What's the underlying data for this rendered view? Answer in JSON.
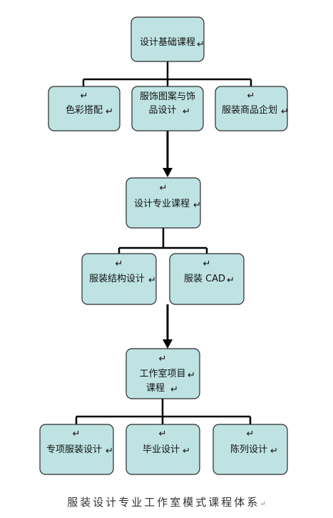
{
  "diagram": {
    "paragraph_mark": "↵",
    "nodes": {
      "foundation": {
        "lines": [
          "设计基础课程"
        ]
      },
      "color": {
        "lines": [
          "色彩搭配"
        ]
      },
      "pattern": {
        "lines": [
          "服饰图案与饰",
          "品设计"
        ]
      },
      "merch": {
        "lines": [
          "服装商品企划"
        ]
      },
      "professional": {
        "lines": [
          "设计专业课程"
        ]
      },
      "structure": {
        "lines": [
          "服装结构设计"
        ]
      },
      "cad": {
        "lines": [
          "服装 CAD"
        ]
      },
      "studio": {
        "lines": [
          "工作室项目",
          "课程"
        ]
      },
      "special": {
        "lines": [
          "专项服装设计"
        ]
      },
      "graduation": {
        "lines": [
          "毕业设计"
        ]
      },
      "display": {
        "lines": [
          "陈列设计"
        ]
      }
    },
    "caption": "服装设计专业工作室模式课程体系"
  }
}
